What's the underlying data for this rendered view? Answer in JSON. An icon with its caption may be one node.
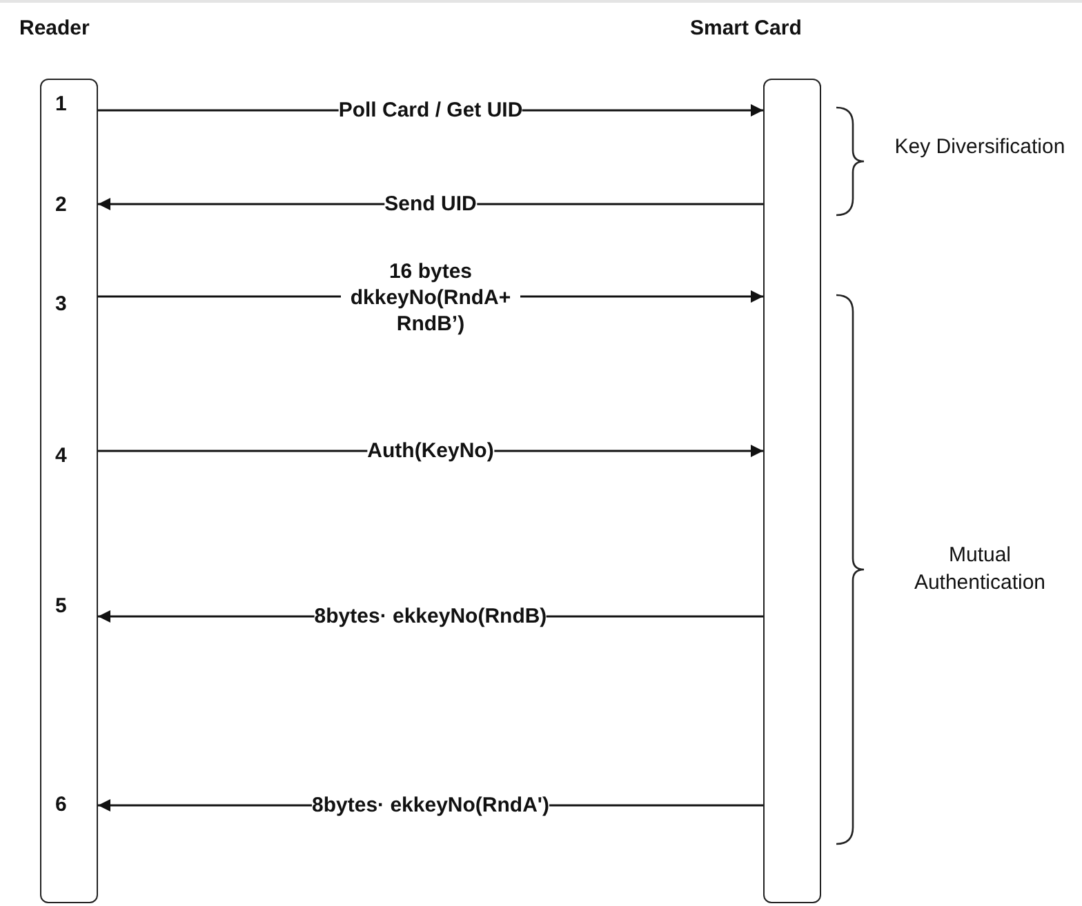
{
  "diagram": {
    "nodes": [
      {
        "text": [
          "Reader"
        ]
      },
      {
        "text": [
          "Smart Card"
        ]
      }
    ],
    "edges": [
      {
        "from": 0,
        "to": 1,
        "arrow": "to",
        "label": "Poll Card / Get UID"
      },
      {
        "from": 1,
        "to": 0,
        "arrow": "to",
        "label": "Send UID"
      },
      {
        "from": 0,
        "to": 1,
        "arrow": "to",
        "label": "16 bytes dkkeyNo(RndA+ RndB’)"
      },
      {
        "from": 0,
        "to": 1,
        "arrow": "to",
        "label": "Auth(KeyNo)"
      },
      {
        "from": 1,
        "to": 0,
        "arrow": "to",
        "label": "8bytes· ekkeyNo(RndB)"
      },
      {
        "from": 1,
        "to": 0,
        "arrow": "to",
        "label": "8bytes· ekkeyNo(RndA')"
      }
    ],
    "labels": [
      "1",
      "2",
      "3",
      "4",
      "5",
      "6",
      "Key Diversification",
      "Mutual Authentication"
    ]
  }
}
